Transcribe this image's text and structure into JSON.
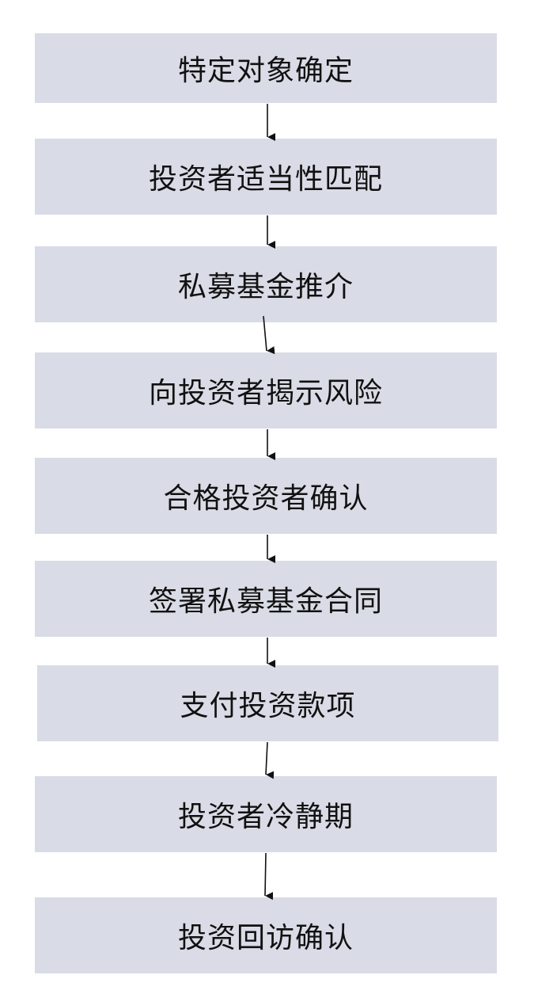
{
  "diagram": {
    "type": "vertical-flowchart",
    "box_color": "#d9dce6",
    "arrow_color": "#111111",
    "steps": [
      {
        "label": "特定对象确定"
      },
      {
        "label": "投资者适当性匹配"
      },
      {
        "label": "私募基金推介"
      },
      {
        "label": "向投资者揭示风险"
      },
      {
        "label": "合格投资者确认"
      },
      {
        "label": "签署私募基金合同"
      },
      {
        "label": "支付投资款项"
      },
      {
        "label": "投资者冷静期"
      },
      {
        "label": "投资回访确认"
      }
    ]
  }
}
